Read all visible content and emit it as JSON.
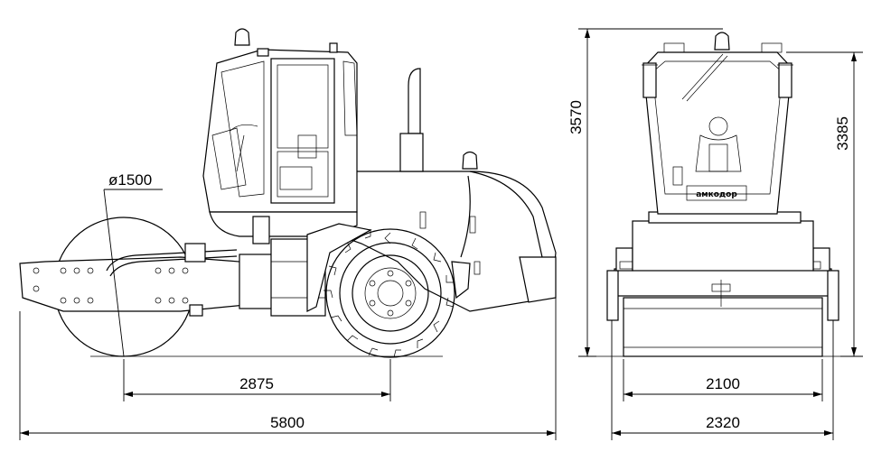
{
  "dimensions": {
    "drum_diameter": "ø1500",
    "wheelbase": "2875",
    "overall_length": "5800",
    "overall_height": "3570",
    "cab_height": "3385",
    "drum_width": "2100",
    "overall_width": "2320"
  },
  "brand_mark": "амкодор",
  "colors": {
    "line": "#000000",
    "background": "#ffffff"
  }
}
